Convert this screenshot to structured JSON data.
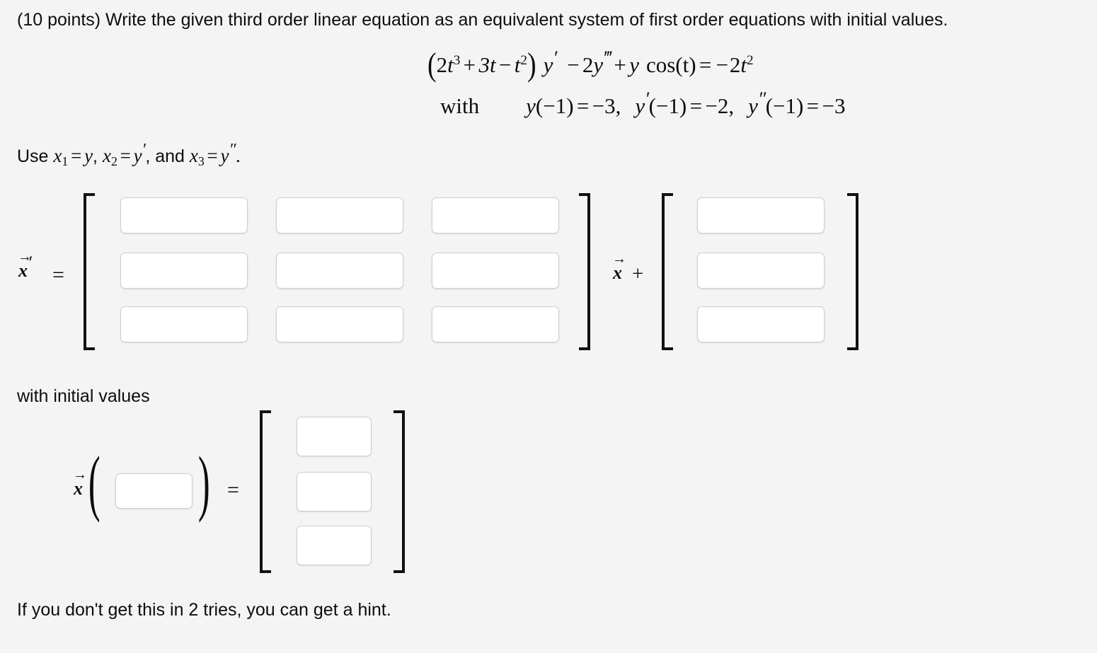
{
  "page": {
    "background": "#f4f4f4",
    "text_color": "#0d0d0d",
    "box_border_color": "#cfcfcf",
    "box_fill": "#ffffff"
  },
  "prompt": {
    "text": "(10 points) Write the given third order linear equation as an equivalent system of first order equations with initial values."
  },
  "equation": {
    "lhs_open_paren": "(",
    "coef_2": "2",
    "coef_t": "t",
    "coef_t_exp": "3",
    "plus": "+",
    "term_3t": "3t",
    "minus": "−",
    "term_t": "t",
    "term_t_exp": "2",
    "lhs_close_paren": ")",
    "y_first": "y",
    "y_first_prime": "′",
    "minus2": "−",
    "coef_2b": "2",
    "y_third": "y",
    "y_third_prime": "‴",
    "plus2": "+",
    "y_cos": "y",
    "cos_t": "cos(t)",
    "equals": "=",
    "rhs_minus": "−",
    "rhs_2": "2",
    "rhs_t": "t",
    "rhs_t_exp": "2",
    "full_text": "(2t^3 + 3t - t^2) y' - 2y''' + y cos(t) = -2t^2"
  },
  "initial_conditions": {
    "with_label": "with",
    "c1": {
      "fn": "y",
      "prime": "",
      "arg": "(−1)",
      "equals": "=",
      "value": "−3",
      "comma": ","
    },
    "c2": {
      "fn": "y",
      "prime": "′",
      "arg": "(−1)",
      "equals": "=",
      "value": "−2",
      "comma": ","
    },
    "c3": {
      "fn": "y",
      "prime": "″",
      "arg": "(−1)",
      "equals": "=",
      "value": "−3",
      "comma": ""
    },
    "full_text": "with  y(-1) = -3,  y'(-1) = -2,  y''(-1) = -3"
  },
  "substitution": {
    "lead": "Use ",
    "x1": "x",
    "x1_sub": "1",
    "eq1": "=",
    "v1": "y",
    "sep1": ", ",
    "x2": "x",
    "x2_sub": "2",
    "eq2": "=",
    "v2": "y",
    "v2_prime": "′",
    "sep2": ", and ",
    "x3": "x",
    "x3_sub": "3",
    "eq3": "=",
    "v3": "y",
    "v3_prime": "″",
    "period": ".",
    "full_text": "Use x1 = y, x2 = y', and x3 = y''."
  },
  "system": {
    "lhs_vector": "x",
    "lhs_arrow": "→",
    "lhs_prime": "′",
    "lhs_equals": "=",
    "middle_vector": "x",
    "middle_arrow": "→",
    "middle_plus": "+",
    "matrix_rows": 3,
    "matrix_cols": 3,
    "matrix_values": [
      [
        "",
        "",
        ""
      ],
      [
        "",
        "",
        ""
      ],
      [
        "",
        "",
        ""
      ]
    ],
    "matrix_placeholder": "",
    "vector_rows": 3,
    "vector_values": [
      "",
      "",
      ""
    ],
    "vector_placeholder": ""
  },
  "initial_values_block": {
    "label": "with initial values",
    "vector_symbol": "x",
    "vector_arrow": "→",
    "open_paren": "(",
    "close_paren": ")",
    "time_value": "",
    "time_placeholder": "",
    "equals": "=",
    "result_values": [
      "",
      "",
      ""
    ],
    "result_placeholder": ""
  },
  "footer": {
    "hint_text": "If you don't get this in 2 tries, you can get a hint."
  }
}
